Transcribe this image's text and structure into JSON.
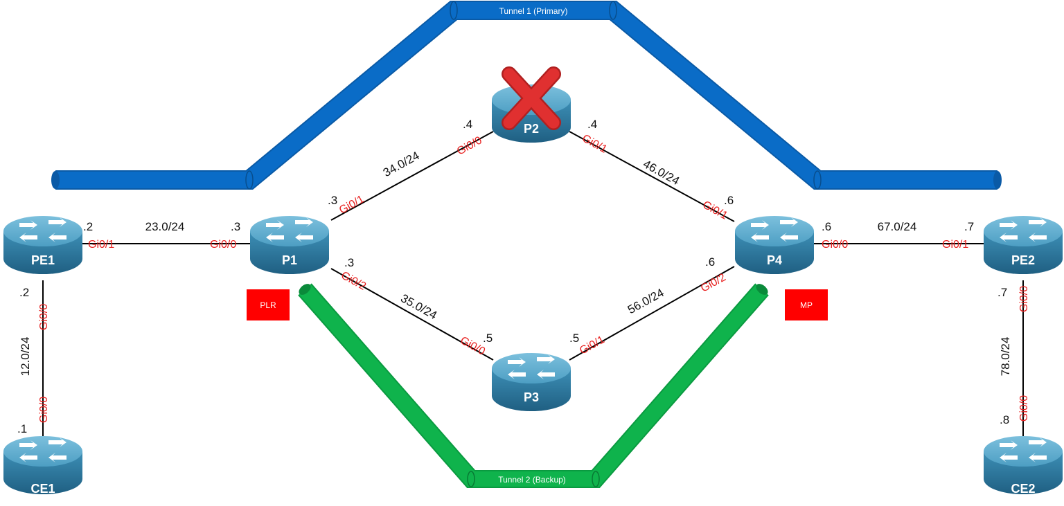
{
  "colors": {
    "tunnel_primary": "#0a6cc7",
    "tunnel_backup": "#0fb34c",
    "router_top": "#5aa7c9",
    "router_side": "#2f7fa4",
    "interface_text": "#e8201f",
    "badge": "#ff0000",
    "fail_mark": "#e03030"
  },
  "tunnels": {
    "primary": {
      "label": "Tunnel 1 (Primary)"
    },
    "backup": {
      "label": "Tunnel 2 (Backup)"
    }
  },
  "badges": {
    "plr": "PLR",
    "mp": "MP"
  },
  "routers": {
    "pe1": "PE1",
    "p1": "P1",
    "p2": "P2",
    "p3": "P3",
    "p4": "P4",
    "pe2": "PE2",
    "ce1": "CE1",
    "ce2": "CE2"
  },
  "failed_router_icon": "red-x-icon",
  "links": {
    "pe1_ce1": {
      "net": "12.0/24",
      "pe1_ip": ".2",
      "pe1_if": "Gi0/0",
      "ce1_ip": ".1",
      "ce1_if": "Gi0/0"
    },
    "pe1_p1": {
      "net": "23.0/24",
      "pe1_ip": ".2",
      "pe1_if": "Gi0/1",
      "p1_ip": ".3",
      "p1_if": "Gi0/0"
    },
    "p1_p2": {
      "net": "34.0/24",
      "p1_ip": ".3",
      "p1_if": "Gi0/1",
      "p2_ip": ".4",
      "p2_if": "Gi0/0"
    },
    "p2_p4": {
      "net": "46.0/24",
      "p2_ip": ".4",
      "p2_if": "Gi0/1",
      "p4_ip": ".6",
      "p4_if": "Gi0/1"
    },
    "p1_p3": {
      "net": "35.0/24",
      "p1_ip": ".3",
      "p1_if": "Gi0/2",
      "p3_ip": ".5",
      "p3_if": "Gi0/0"
    },
    "p3_p4": {
      "net": "56.0/24",
      "p3_ip": ".5",
      "p3_if": "Gi0/1",
      "p4_ip": ".6",
      "p4_if": "Gi0/2"
    },
    "p4_pe2": {
      "net": "67.0/24",
      "p4_ip": ".6",
      "p4_if": "Gi0/0",
      "pe2_ip": ".7",
      "pe2_if": "Gi0/1"
    },
    "pe2_ce2": {
      "net": "78.0/24",
      "pe2_ip": ".7",
      "pe2_if": "Gi0/0",
      "ce2_ip": ".8",
      "ce2_if": "Gi0/0"
    }
  }
}
